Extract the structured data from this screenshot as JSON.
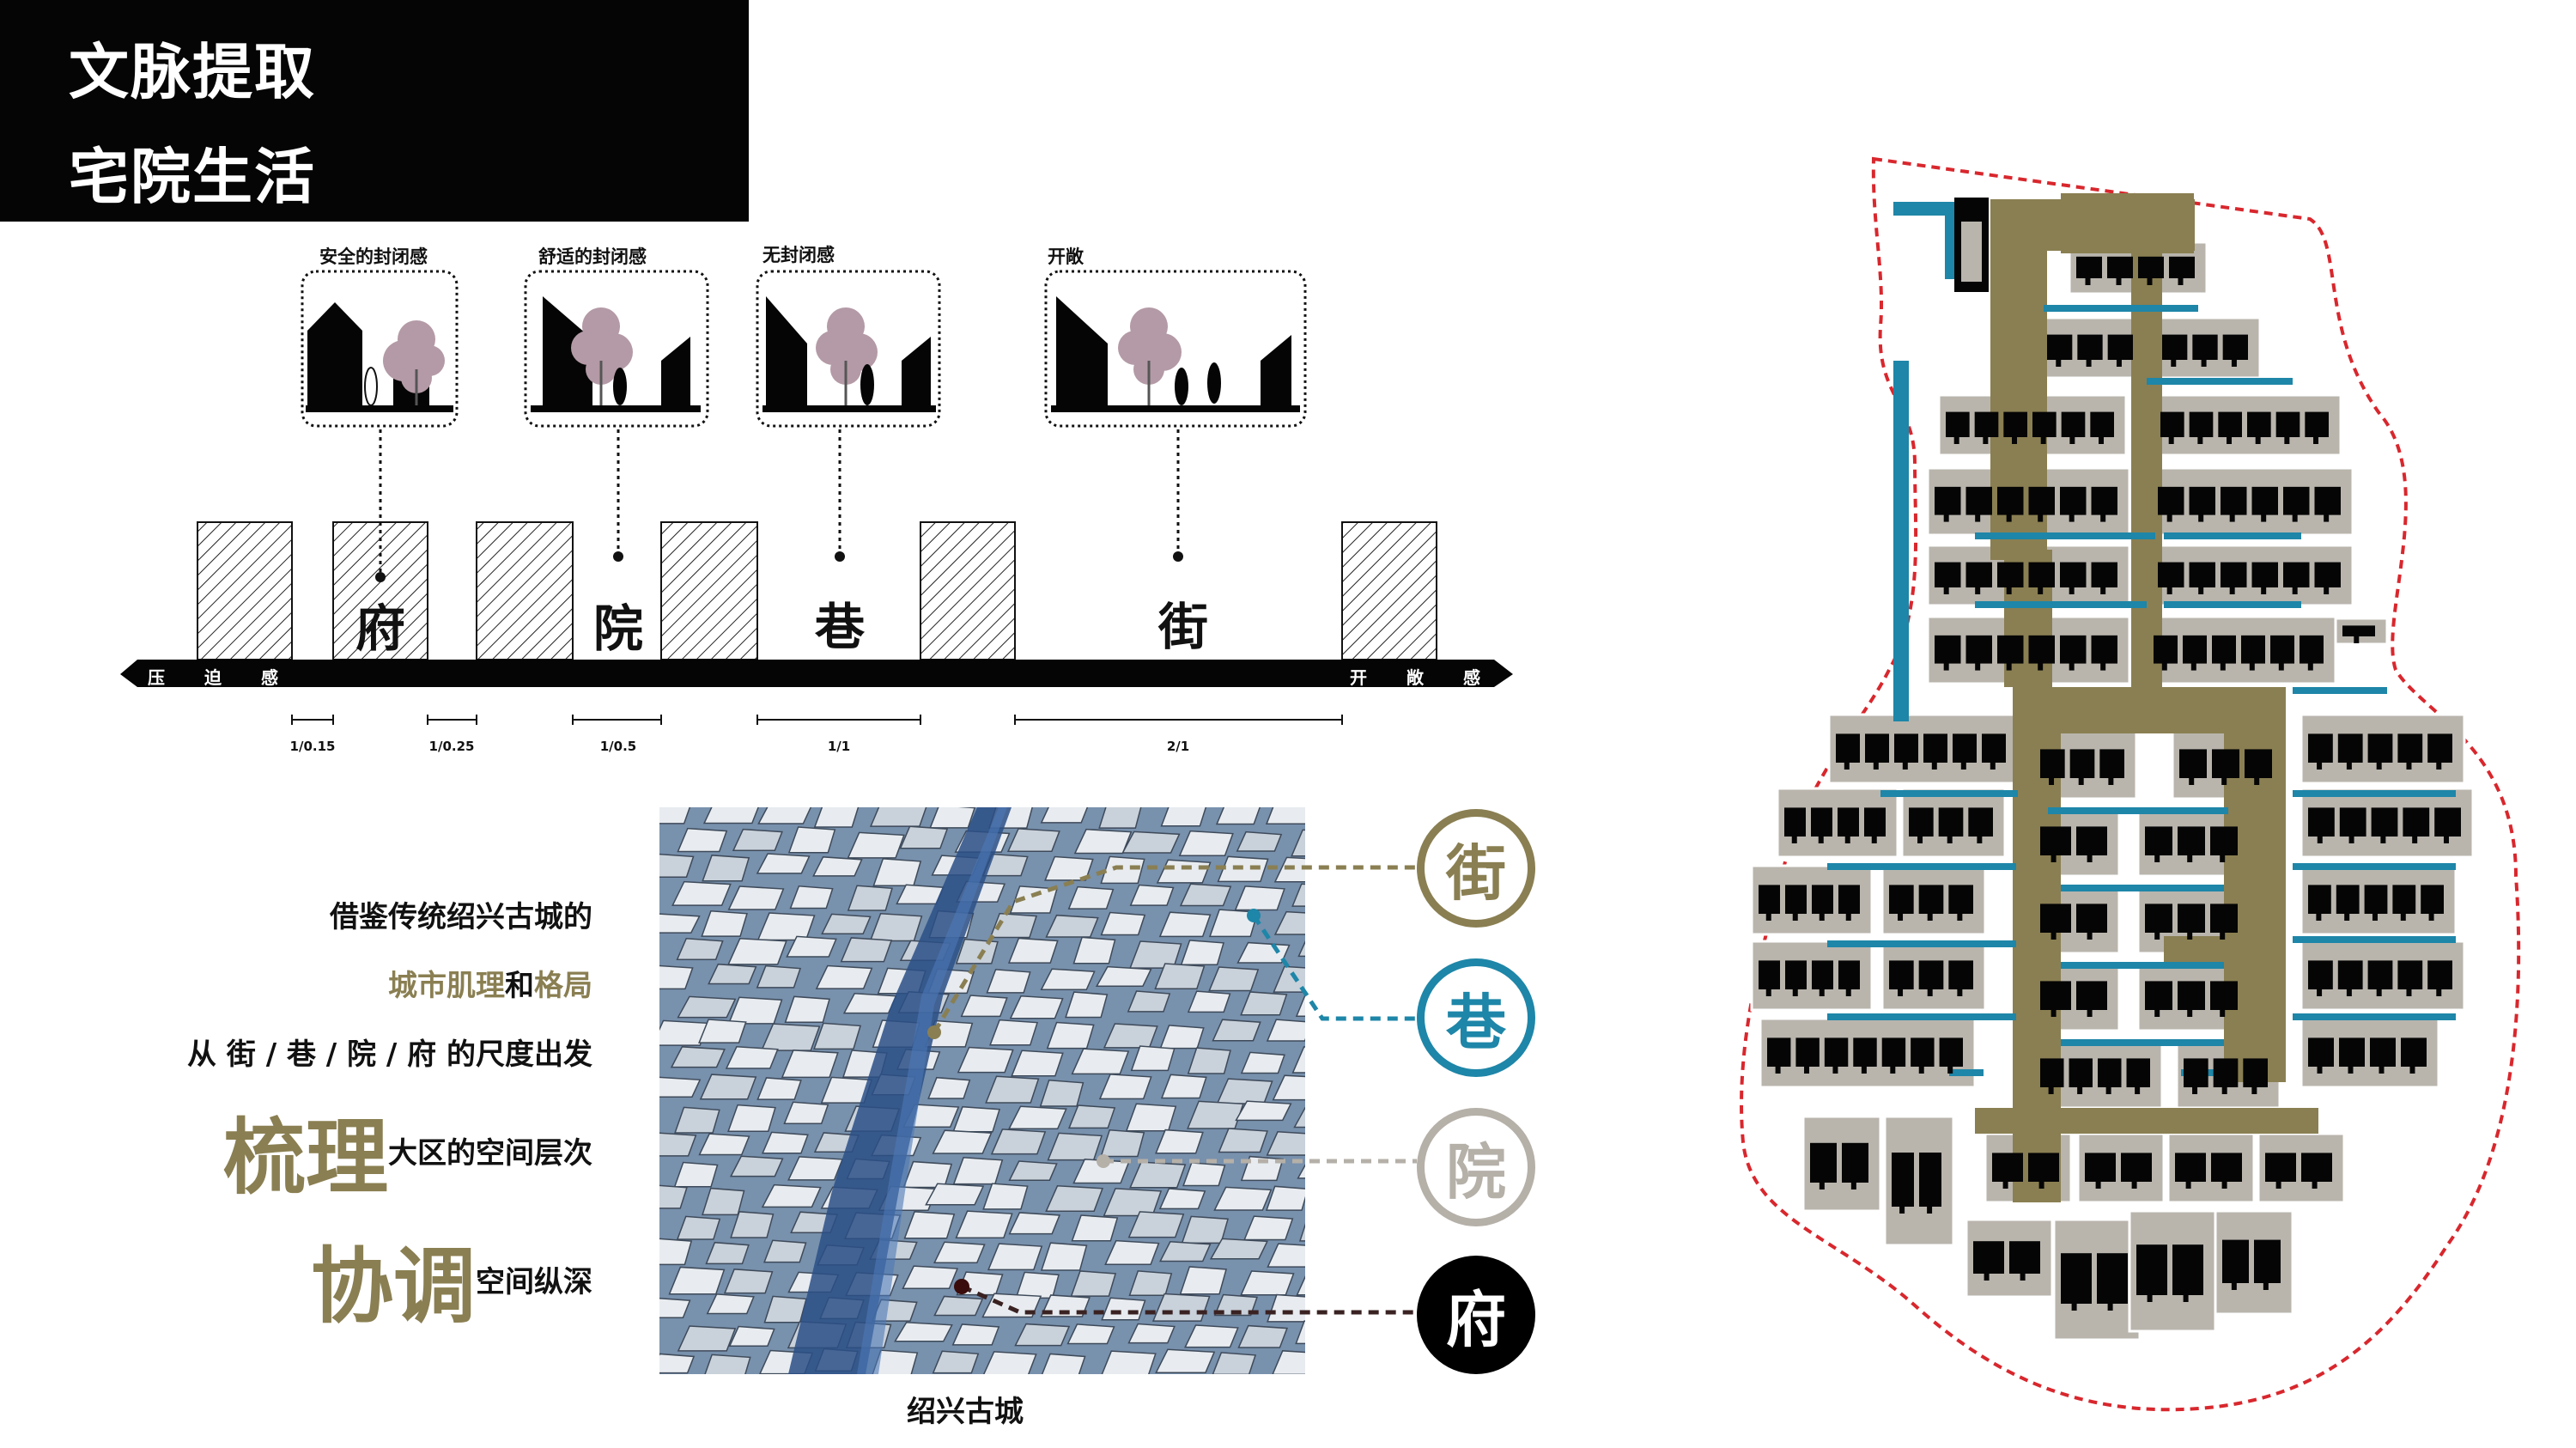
{
  "header": {
    "line1": "文脉提取",
    "line2": "宅院生活"
  },
  "sections": [
    {
      "caption": "安全的封闭感",
      "label": "府",
      "ratio": "1/0.15"
    },
    {
      "caption": "舒适的封闭感",
      "label": "院",
      "ratio": "1/0.25"
    },
    {
      "caption": "无封闭感",
      "label": "巷",
      "ratio": "1/0.5"
    },
    {
      "caption": "开敞",
      "label": "街",
      "ratio": "1/1"
    }
  ],
  "extra_ratio": "2/1",
  "axis": {
    "left": [
      "压",
      "迫",
      "感"
    ],
    "right": [
      "开",
      "敞",
      "感"
    ]
  },
  "description": {
    "line1": "借鉴传统绍兴古城的",
    "line2_a": "城市肌理",
    "line2_b": "和",
    "line2_c": "格局",
    "line3": "从 街 / 巷 / 院 / 府 的尺度出发",
    "line4_big": "梳理",
    "line4_small": "大区的空间层次",
    "line5_big": "协调",
    "line5_small": "空间纵深"
  },
  "photo_caption": "绍兴古城",
  "legend": [
    {
      "label": "街",
      "color": "#8a7f52"
    },
    {
      "label": "巷",
      "color": "#1e86a8"
    },
    {
      "label": "院",
      "color": "#b5b0a8"
    },
    {
      "label": "府",
      "color": "#000000"
    }
  ],
  "colors": {
    "street": "#8a7f52",
    "lane": "#1e86a8",
    "courtyard": "#b9b5ad",
    "mansion": "#000000",
    "boundary": "#d8272d"
  }
}
